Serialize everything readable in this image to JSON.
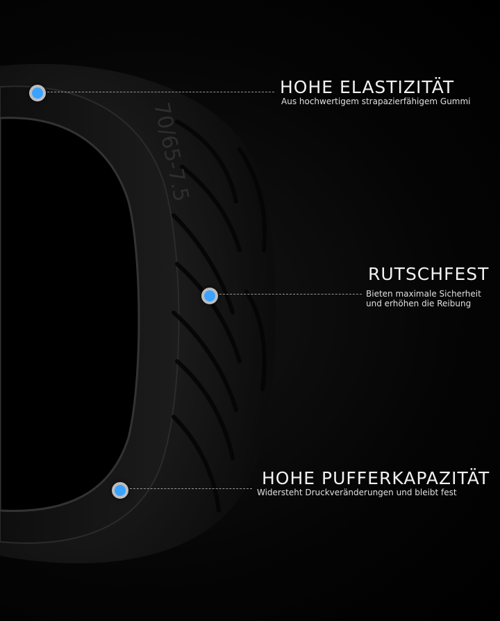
{
  "callouts": [
    {
      "title": "HOHE ELASTIZITÄT",
      "lines": [
        "Aus hochwertigem strapazierfähigem Gummi"
      ]
    },
    {
      "title": "RUTSCHFEST",
      "lines": [
        "Bieten maximale Sicherheit",
        "und erhöhen die Reibung"
      ]
    },
    {
      "title": "HOHE PUFFERKAPAZITÄT",
      "lines": [
        "Widersteht Druckveränderungen und bleibt fest"
      ]
    }
  ],
  "colors": {
    "dot": "#3aa3ff",
    "dot_ring": "#bdbdbd",
    "background": "#000000"
  },
  "tire": {
    "sidewall_marking": "70/65-7.5"
  }
}
